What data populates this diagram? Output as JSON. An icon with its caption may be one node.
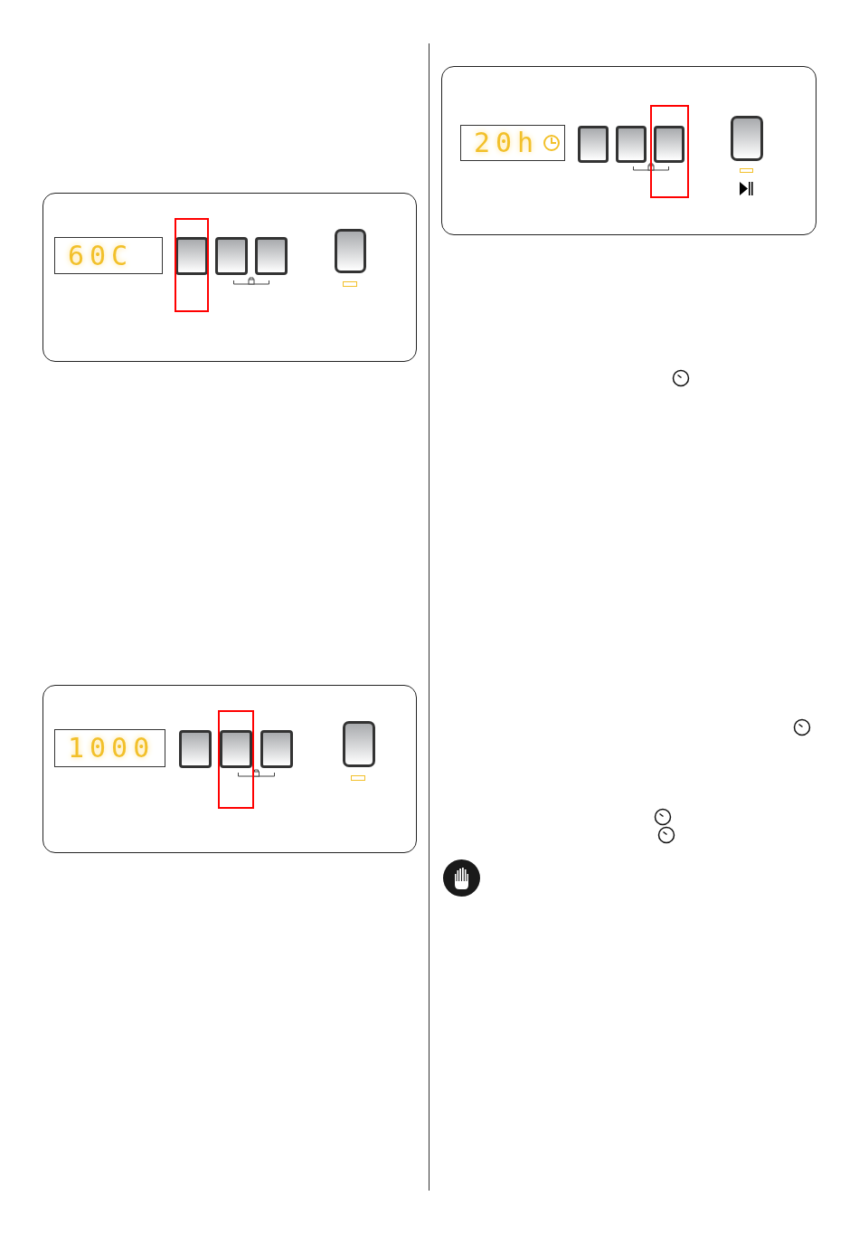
{
  "diagram": {
    "nodes": [
      {
        "text": [
          "60C"
        ]
      },
      {
        "text": [
          "1000"
        ]
      },
      {
        "text": [
          "20h"
        ]
      }
    ]
  }
}
